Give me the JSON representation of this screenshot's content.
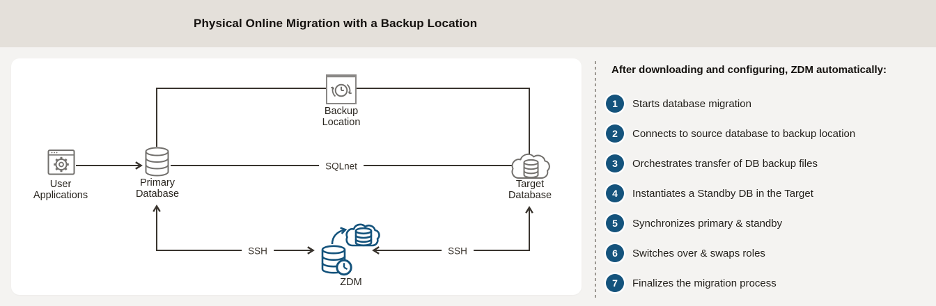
{
  "banner": {
    "title": "Physical Online Migration with a Backup Location"
  },
  "diagram": {
    "nodes": {
      "user_applications": {
        "label": "User\nApplications",
        "icon": "browser-gear-icon"
      },
      "primary_database": {
        "label": "Primary\nDatabase",
        "icon": "database-cylinder-icon"
      },
      "backup_location": {
        "label": "Backup\nLocation",
        "icon": "backup-clock-icon"
      },
      "target_database": {
        "label": "Target\nDatabase",
        "icon": "cloud-database-icon"
      },
      "zdm": {
        "label": "ZDM",
        "icon": "zdm-migration-icon"
      }
    },
    "edges": {
      "sqlnet": "SQLnet",
      "ssh_left": "SSH",
      "ssh_right": "SSH"
    }
  },
  "steps": {
    "heading": "After downloading and configuring, ZDM automatically:",
    "items": [
      {
        "number": "1",
        "text": "Starts database migration"
      },
      {
        "number": "2",
        "text": "Connects to source database to backup location"
      },
      {
        "number": "3",
        "text": "Orchestrates transfer of DB backup files"
      },
      {
        "number": "4",
        "text": "Instantiates a Standby DB in the Target"
      },
      {
        "number": "5",
        "text": "Synchronizes primary & standby"
      },
      {
        "number": "6",
        "text": "Switches over & swaps roles"
      },
      {
        "number": "7",
        "text": "Finalizes the migration process"
      }
    ]
  },
  "colors": {
    "accent_blue": "#14537c",
    "banner_background": "#e4e0da",
    "page_background": "#f4f3f1",
    "panel_background": "#ffffff",
    "connector_line": "#39342e",
    "icon_gray": "#72706d"
  }
}
